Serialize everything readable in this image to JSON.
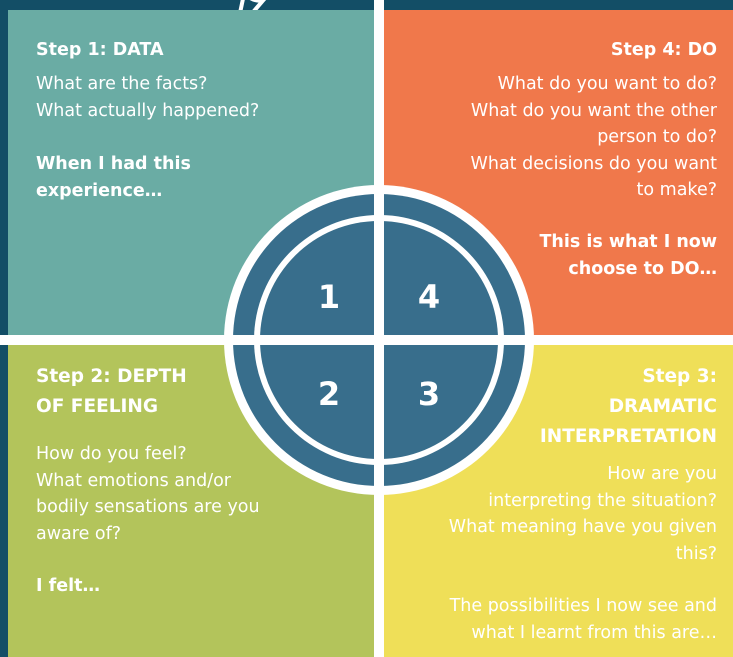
{
  "quadrants": {
    "q1": {
      "title": "Step 1: DATA",
      "questions": [
        "What are the facts?",
        "What actually happened?"
      ],
      "prompt": [
        "When I had this",
        "experience…"
      ]
    },
    "q4": {
      "title": "Step 4: DO",
      "questions": [
        "What do you want to do?",
        "What do you want the other",
        "person to do?",
        "What decisions do you want",
        "to make?"
      ],
      "prompt": [
        "This is what I now",
        "choose to DO…"
      ]
    },
    "q2": {
      "title": [
        "Step 2: DEPTH",
        "OF FEELING"
      ],
      "questions": [
        "How do you feel?",
        "What emotions and/or",
        "bodily sensations are you",
        "aware of?"
      ],
      "prompt": [
        "I felt…"
      ]
    },
    "q3": {
      "title": [
        "Step 3:",
        "DRAMATIC",
        "INTERPRETATION"
      ],
      "questions": [
        "How are you",
        "interpreting the situation?",
        "What meaning have you given",
        "this?"
      ],
      "prompt": [
        "The possibilities I now see and",
        "what I learnt from this are…"
      ]
    }
  },
  "wheel": {
    "numbers": [
      "1",
      "4",
      "2",
      "3"
    ],
    "colors": {
      "fill": "#386e8c",
      "ring": "#ffffff"
    }
  },
  "colors": {
    "background": "#134e66",
    "q1": "#6aaca4",
    "q4": "#f0784b",
    "q2": "#b3c45b",
    "q3": "#efdf58"
  }
}
